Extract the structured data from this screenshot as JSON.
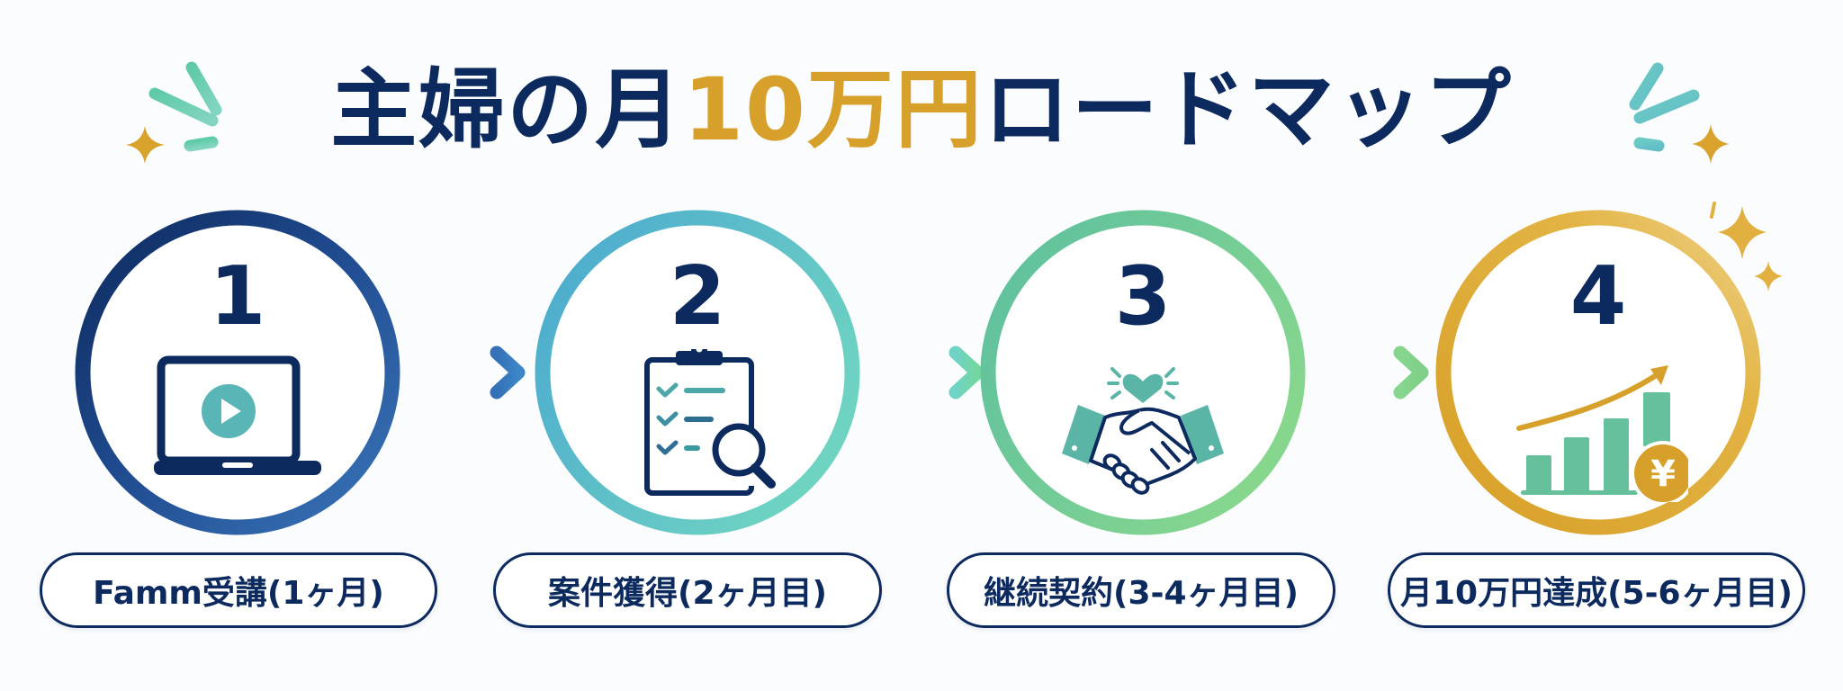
{
  "title": {
    "part1": "主婦の月",
    "part2_accent": "10万円",
    "part3": "ロードマップ"
  },
  "colors": {
    "navy": "#0d2a5e",
    "gold": "#d6a02a",
    "teal": "#5bb8b4",
    "step1_ring": [
      "#0d2a5e",
      "#3a75b8"
    ],
    "step2_ring": [
      "#4aa8cf",
      "#6fd3c2"
    ],
    "step3_ring": [
      "#5cbfa0",
      "#86d68e"
    ],
    "step4_ring": [
      "#d9a22c",
      "#e8c060"
    ]
  },
  "steps": [
    {
      "number": "1",
      "icon": "laptop-play-icon",
      "label": "Famm受講(1ヶ月)"
    },
    {
      "number": "2",
      "icon": "clipboard-search-icon",
      "label": "案件獲得(2ヶ月目)"
    },
    {
      "number": "3",
      "icon": "handshake-heart-icon",
      "label": "継続契約(3-4ヶ月目)"
    },
    {
      "number": "4",
      "icon": "growth-chart-yen-icon",
      "label": "月10万円達成(5-6ヶ月目)"
    }
  ],
  "yen_symbol": "¥",
  "arrows": [
    "arrow-right-icon",
    "arrow-right-icon",
    "arrow-right-icon"
  ]
}
